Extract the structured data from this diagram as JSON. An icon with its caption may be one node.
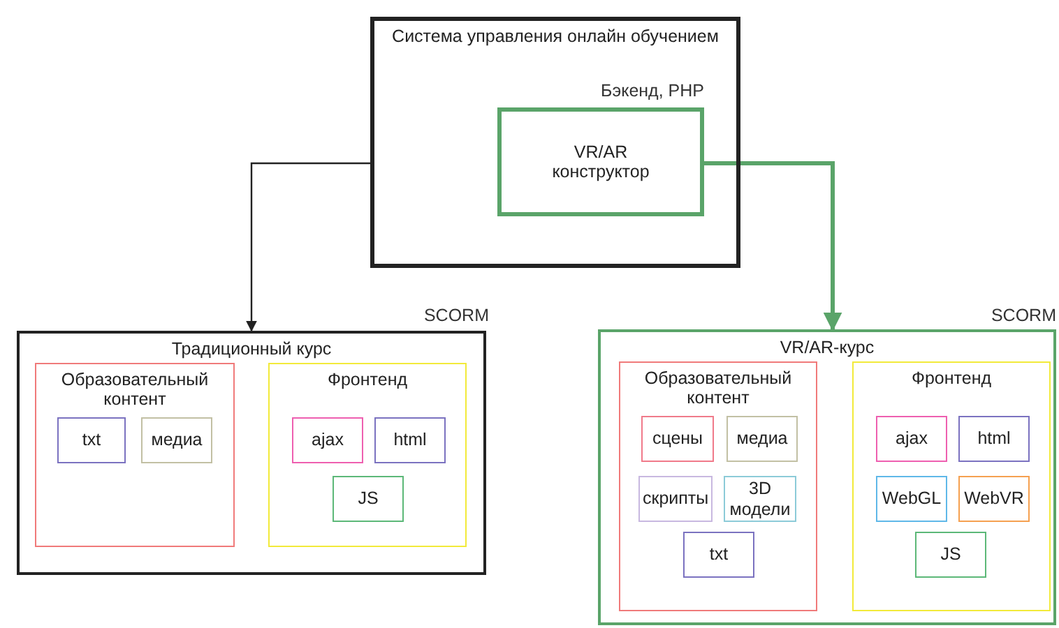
{
  "diagram": {
    "nodes": [
      {
        "text": [
          "Система управления онлайн обучением"
        ]
      },
      {
        "text": [
          "VR/AR конструктор"
        ],
        "in": 0,
        "beside": [
          "Бэкенд, PHP"
        ]
      },
      {
        "text": [
          "Традиционный курс"
        ],
        "beside": [
          "SCORM"
        ]
      },
      {
        "text": [
          "Образовательный контент"
        ],
        "in": 2
      },
      {
        "text": [
          "txt"
        ],
        "in": 3
      },
      {
        "text": [
          "медиа"
        ],
        "in": 3
      },
      {
        "text": [
          "Фронтенд"
        ],
        "in": 2
      },
      {
        "text": [
          "ajax"
        ],
        "in": 6
      },
      {
        "text": [
          "html"
        ],
        "in": 6
      },
      {
        "text": [
          "JS"
        ],
        "in": 6
      },
      {
        "text": [
          "VR/AR-курс"
        ],
        "beside": [
          "SCORM"
        ]
      },
      {
        "text": [
          "Образовательный контент"
        ],
        "in": 10
      },
      {
        "text": [
          "сцены"
        ],
        "in": 11
      },
      {
        "text": [
          "медиа"
        ],
        "in": 11
      },
      {
        "text": [
          "скрипты"
        ],
        "in": 11
      },
      {
        "text": [
          "3D модели"
        ],
        "in": 11
      },
      {
        "text": [
          "txt"
        ],
        "in": 11
      },
      {
        "text": [
          "Фронтенд"
        ],
        "in": 10
      },
      {
        "text": [
          "ajax"
        ],
        "in": 17
      },
      {
        "text": [
          "html"
        ],
        "in": 17
      },
      {
        "text": [
          "WebGL"
        ],
        "in": 17
      },
      {
        "text": [
          "WebVR"
        ],
        "in": 17
      },
      {
        "text": [
          "JS"
        ],
        "in": 17
      }
    ],
    "edges": [
      {
        "from": 0,
        "to": 2,
        "arrow": "to"
      },
      {
        "from": 1,
        "to": 10,
        "arrow": "to",
        "style": "thick",
        "color": "#5aa469"
      }
    ]
  }
}
